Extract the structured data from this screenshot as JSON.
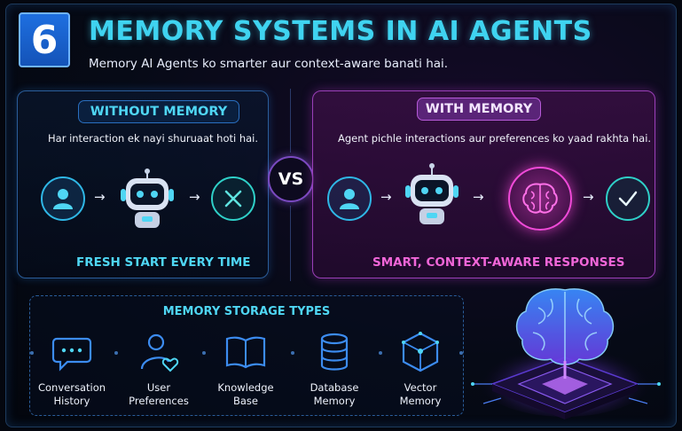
{
  "header": {
    "number": "6",
    "title": "MEMORY SYSTEMS IN AI AGENTS",
    "subtitle": "Memory AI Agents ko smarter aur context-aware banati hai."
  },
  "without_memory": {
    "label": "WITHOUT MEMORY",
    "description": "Har interaction ek nayi shuruaat hoti hai.",
    "caption": "FRESH START EVERY TIME",
    "flow_icons": [
      "user-icon",
      "robot-icon",
      "close-icon"
    ]
  },
  "vs_label": "VS",
  "with_memory": {
    "label": "WITH MEMORY",
    "description": "Agent pichle interactions aur preferences ko yaad rakhta hai.",
    "caption": "SMART, CONTEXT-AWARE RESPONSES",
    "flow_icons": [
      "user-icon",
      "robot-icon",
      "brain-icon",
      "check-icon"
    ]
  },
  "storage": {
    "title": "MEMORY STORAGE TYPES",
    "types": [
      {
        "line1": "Conversation",
        "line2": "History",
        "icon": "chat-bubble-icon"
      },
      {
        "line1": "User",
        "line2": "Preferences",
        "icon": "user-heart-icon"
      },
      {
        "line1": "Knowledge",
        "line2": "Base",
        "icon": "book-icon"
      },
      {
        "line1": "Database",
        "line2": "Memory",
        "icon": "database-icon"
      },
      {
        "line1": "Vector",
        "line2": "Memory",
        "icon": "cube-icon"
      }
    ]
  },
  "colors": {
    "cyan_accent": "#3fd3f0",
    "magenta_accent": "#e040c8",
    "blue_badge": "#1e6fe0",
    "background": "#04070f"
  }
}
